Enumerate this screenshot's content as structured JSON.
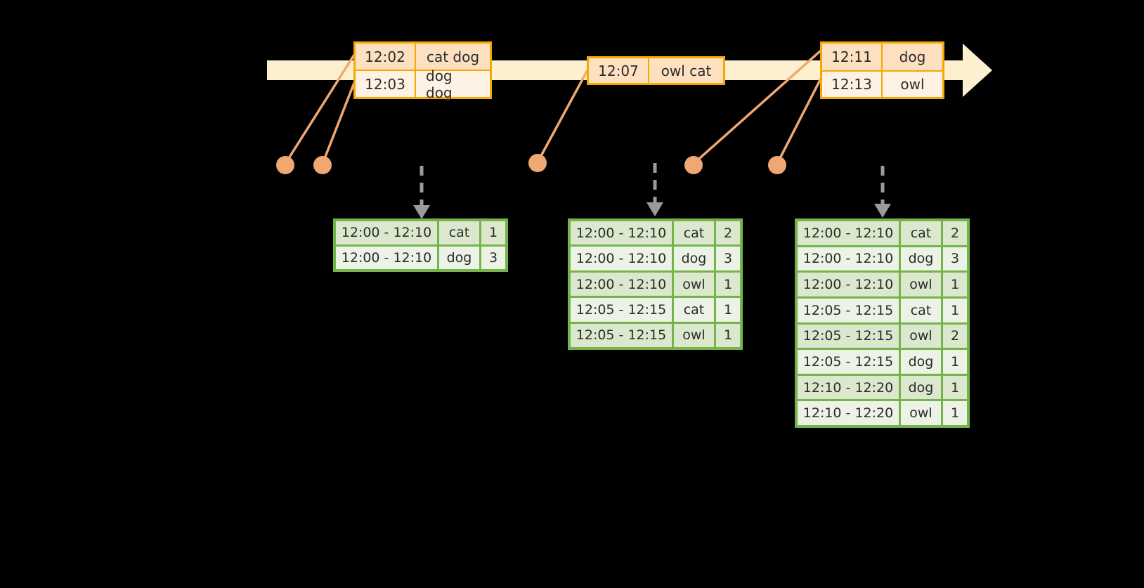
{
  "diagram": {
    "title": "windowed word count timeline",
    "colors": {
      "background": "#000000",
      "timeline_bar": "#FDF0CE",
      "event_border": "#F5A800",
      "event_fill_top": "#FCE0C0",
      "event_fill_bottom": "#FDF2E4",
      "connector": "#F0A873",
      "table_border": "#74B44A",
      "table_row_a": "#DCE8CD",
      "table_row_b": "#EDF2E6",
      "dashed_arrow": "#9A9A9A"
    },
    "timeline": {
      "name": "event-time-axis",
      "arrow_direction": "right"
    },
    "events": [
      {
        "name": "event-group-1",
        "rows": [
          {
            "time": "12:02",
            "words": "cat dog"
          },
          {
            "time": "12:03",
            "words": "dog dog"
          }
        ]
      },
      {
        "name": "event-group-2",
        "rows": [
          {
            "time": "12:07",
            "words": "owl cat"
          }
        ]
      },
      {
        "name": "event-group-3",
        "rows": [
          {
            "time": "12:11",
            "words": "dog"
          },
          {
            "time": "12:13",
            "words": "owl"
          }
        ]
      }
    ],
    "results": [
      {
        "name": "result-table-1",
        "rows": [
          {
            "window": "12:00 - 12:10",
            "word": "cat",
            "count": "1"
          },
          {
            "window": "12:00 - 12:10",
            "word": "dog",
            "count": "3"
          }
        ]
      },
      {
        "name": "result-table-2",
        "rows": [
          {
            "window": "12:00 - 12:10",
            "word": "cat",
            "count": "2"
          },
          {
            "window": "12:00 - 12:10",
            "word": "dog",
            "count": "3"
          },
          {
            "window": "12:00 - 12:10",
            "word": "owl",
            "count": "1"
          },
          {
            "window": "12:05 - 12:15",
            "word": "cat",
            "count": "1"
          },
          {
            "window": "12:05 - 12:15",
            "word": "owl",
            "count": "1"
          }
        ]
      },
      {
        "name": "result-table-3",
        "rows": [
          {
            "window": "12:00 - 12:10",
            "word": "cat",
            "count": "2"
          },
          {
            "window": "12:00 - 12:10",
            "word": "dog",
            "count": "3"
          },
          {
            "window": "12:00 - 12:10",
            "word": "owl",
            "count": "1"
          },
          {
            "window": "12:05 - 12:15",
            "word": "cat",
            "count": "1"
          },
          {
            "window": "12:05 - 12:15",
            "word": "owl",
            "count": "2"
          },
          {
            "window": "12:05 - 12:15",
            "word": "dog",
            "count": "1"
          },
          {
            "window": "12:10 - 12:20",
            "word": "dog",
            "count": "1"
          },
          {
            "window": "12:10 - 12:20",
            "word": "owl",
            "count": "1"
          }
        ]
      }
    ]
  }
}
